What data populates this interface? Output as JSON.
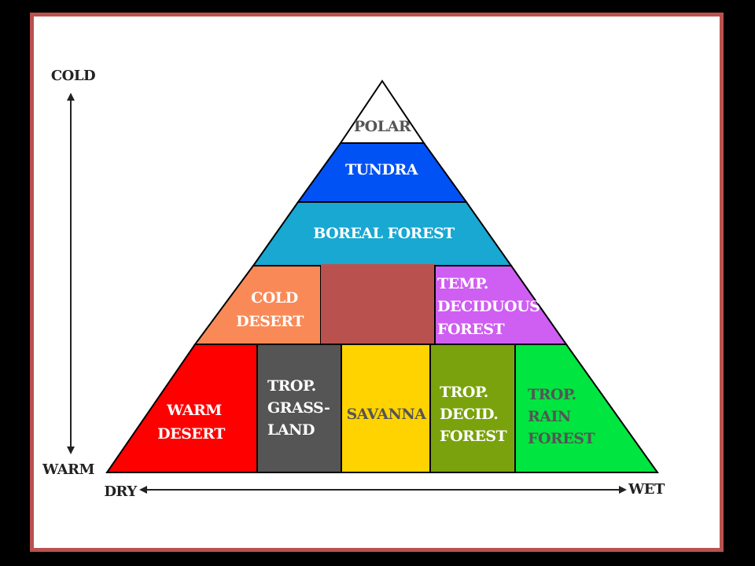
{
  "colors": {
    "background": "#000000",
    "frame": "#b9524f",
    "polar": "#ffffff",
    "tundra": "#0052f5",
    "boreal_forest": "#18a8d2",
    "cold_desert": "#f98a57",
    "gap_block": "#b9524f",
    "temp_deciduous": "#cf5ef2",
    "warm_desert": "#ff0000",
    "trop_grassland": "#555555",
    "savanna": "#ffd300",
    "trop_decid_forest": "#7aa20c",
    "trop_rain_forest": "#00e53f"
  },
  "axes": {
    "top": "COLD",
    "bottom": "WARM",
    "left": "DRY",
    "right": "WET"
  },
  "biomes": {
    "polar": {
      "lines": [
        "POLAR"
      ]
    },
    "tundra": {
      "lines": [
        "TUNDRA"
      ]
    },
    "boreal_forest": {
      "lines": [
        "BOREAL FOREST"
      ]
    },
    "cold_desert": {
      "lines": [
        "COLD",
        "DESERT"
      ]
    },
    "temp_deciduous_forest": {
      "lines": [
        "TEMP.",
        "DECIDUOUS",
        "FOREST"
      ]
    },
    "warm_desert": {
      "lines": [
        "WARM",
        "DESERT"
      ]
    },
    "trop_grassland": {
      "lines": [
        "TROP.",
        "GRASS-",
        "LAND"
      ]
    },
    "savanna": {
      "lines": [
        "SAVANNA"
      ]
    },
    "trop_decid_forest": {
      "lines": [
        "TROP.",
        "DECID.",
        "FOREST"
      ]
    },
    "trop_rain_forest": {
      "lines": [
        "TROP.",
        "RAIN",
        "FOREST"
      ]
    }
  }
}
